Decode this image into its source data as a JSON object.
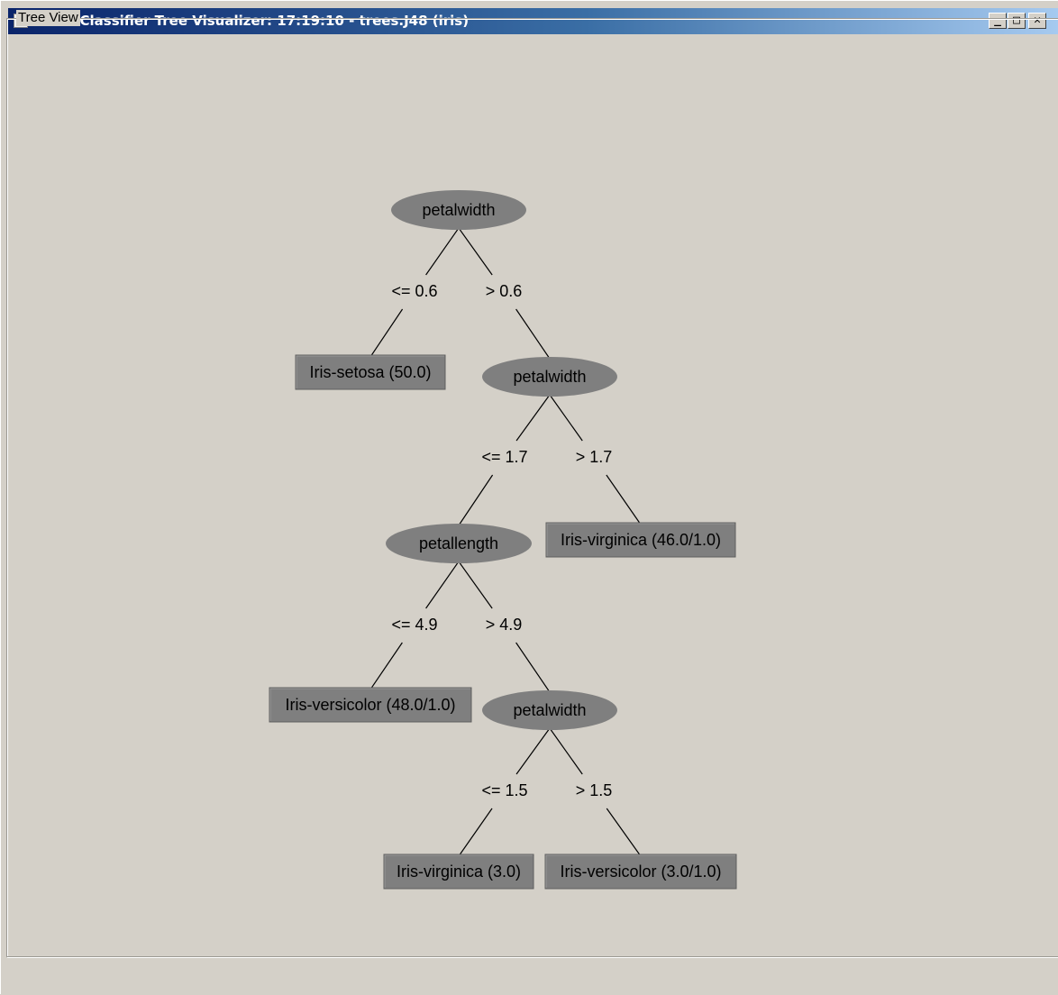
{
  "window": {
    "title": "Weka Classifier Tree Visualizer: 17:19:10 - trees.J48 (iris)",
    "icon": "java-cup-icon",
    "controls": {
      "minimize": "_",
      "maximize": "□",
      "close": "✕"
    }
  },
  "panel": {
    "label": "Tree View"
  },
  "tree": {
    "colors": {
      "node_fill": "#7f7f7f",
      "leaf_fill": "#7f7f7f",
      "edge": "#000000",
      "background": "#d4d0c8"
    },
    "nodes": [
      {
        "id": "n0",
        "type": "split",
        "label": "petalwidth"
      },
      {
        "id": "n1",
        "type": "leaf",
        "label": "Iris-setosa (50.0)"
      },
      {
        "id": "n2",
        "type": "split",
        "label": "petalwidth"
      },
      {
        "id": "n3",
        "type": "split",
        "label": "petallength"
      },
      {
        "id": "n4",
        "type": "leaf",
        "label": "Iris-virginica (46.0/1.0)"
      },
      {
        "id": "n5",
        "type": "leaf",
        "label": "Iris-versicolor (48.0/1.0)"
      },
      {
        "id": "n6",
        "type": "split",
        "label": "petalwidth"
      },
      {
        "id": "n7",
        "type": "leaf",
        "label": "Iris-virginica (3.0)"
      },
      {
        "id": "n8",
        "type": "leaf",
        "label": "Iris-versicolor (3.0/1.0)"
      }
    ],
    "edges": [
      {
        "from": "n0",
        "to": "n1",
        "label": "<= 0.6"
      },
      {
        "from": "n0",
        "to": "n2",
        "label": "> 0.6"
      },
      {
        "from": "n2",
        "to": "n3",
        "label": "<= 1.7"
      },
      {
        "from": "n2",
        "to": "n4",
        "label": "> 1.7"
      },
      {
        "from": "n3",
        "to": "n5",
        "label": "<= 4.9"
      },
      {
        "from": "n3",
        "to": "n6",
        "label": "> 4.9"
      },
      {
        "from": "n6",
        "to": "n7",
        "label": "<= 1.5"
      },
      {
        "from": "n6",
        "to": "n8",
        "label": "> 1.5"
      }
    ]
  }
}
